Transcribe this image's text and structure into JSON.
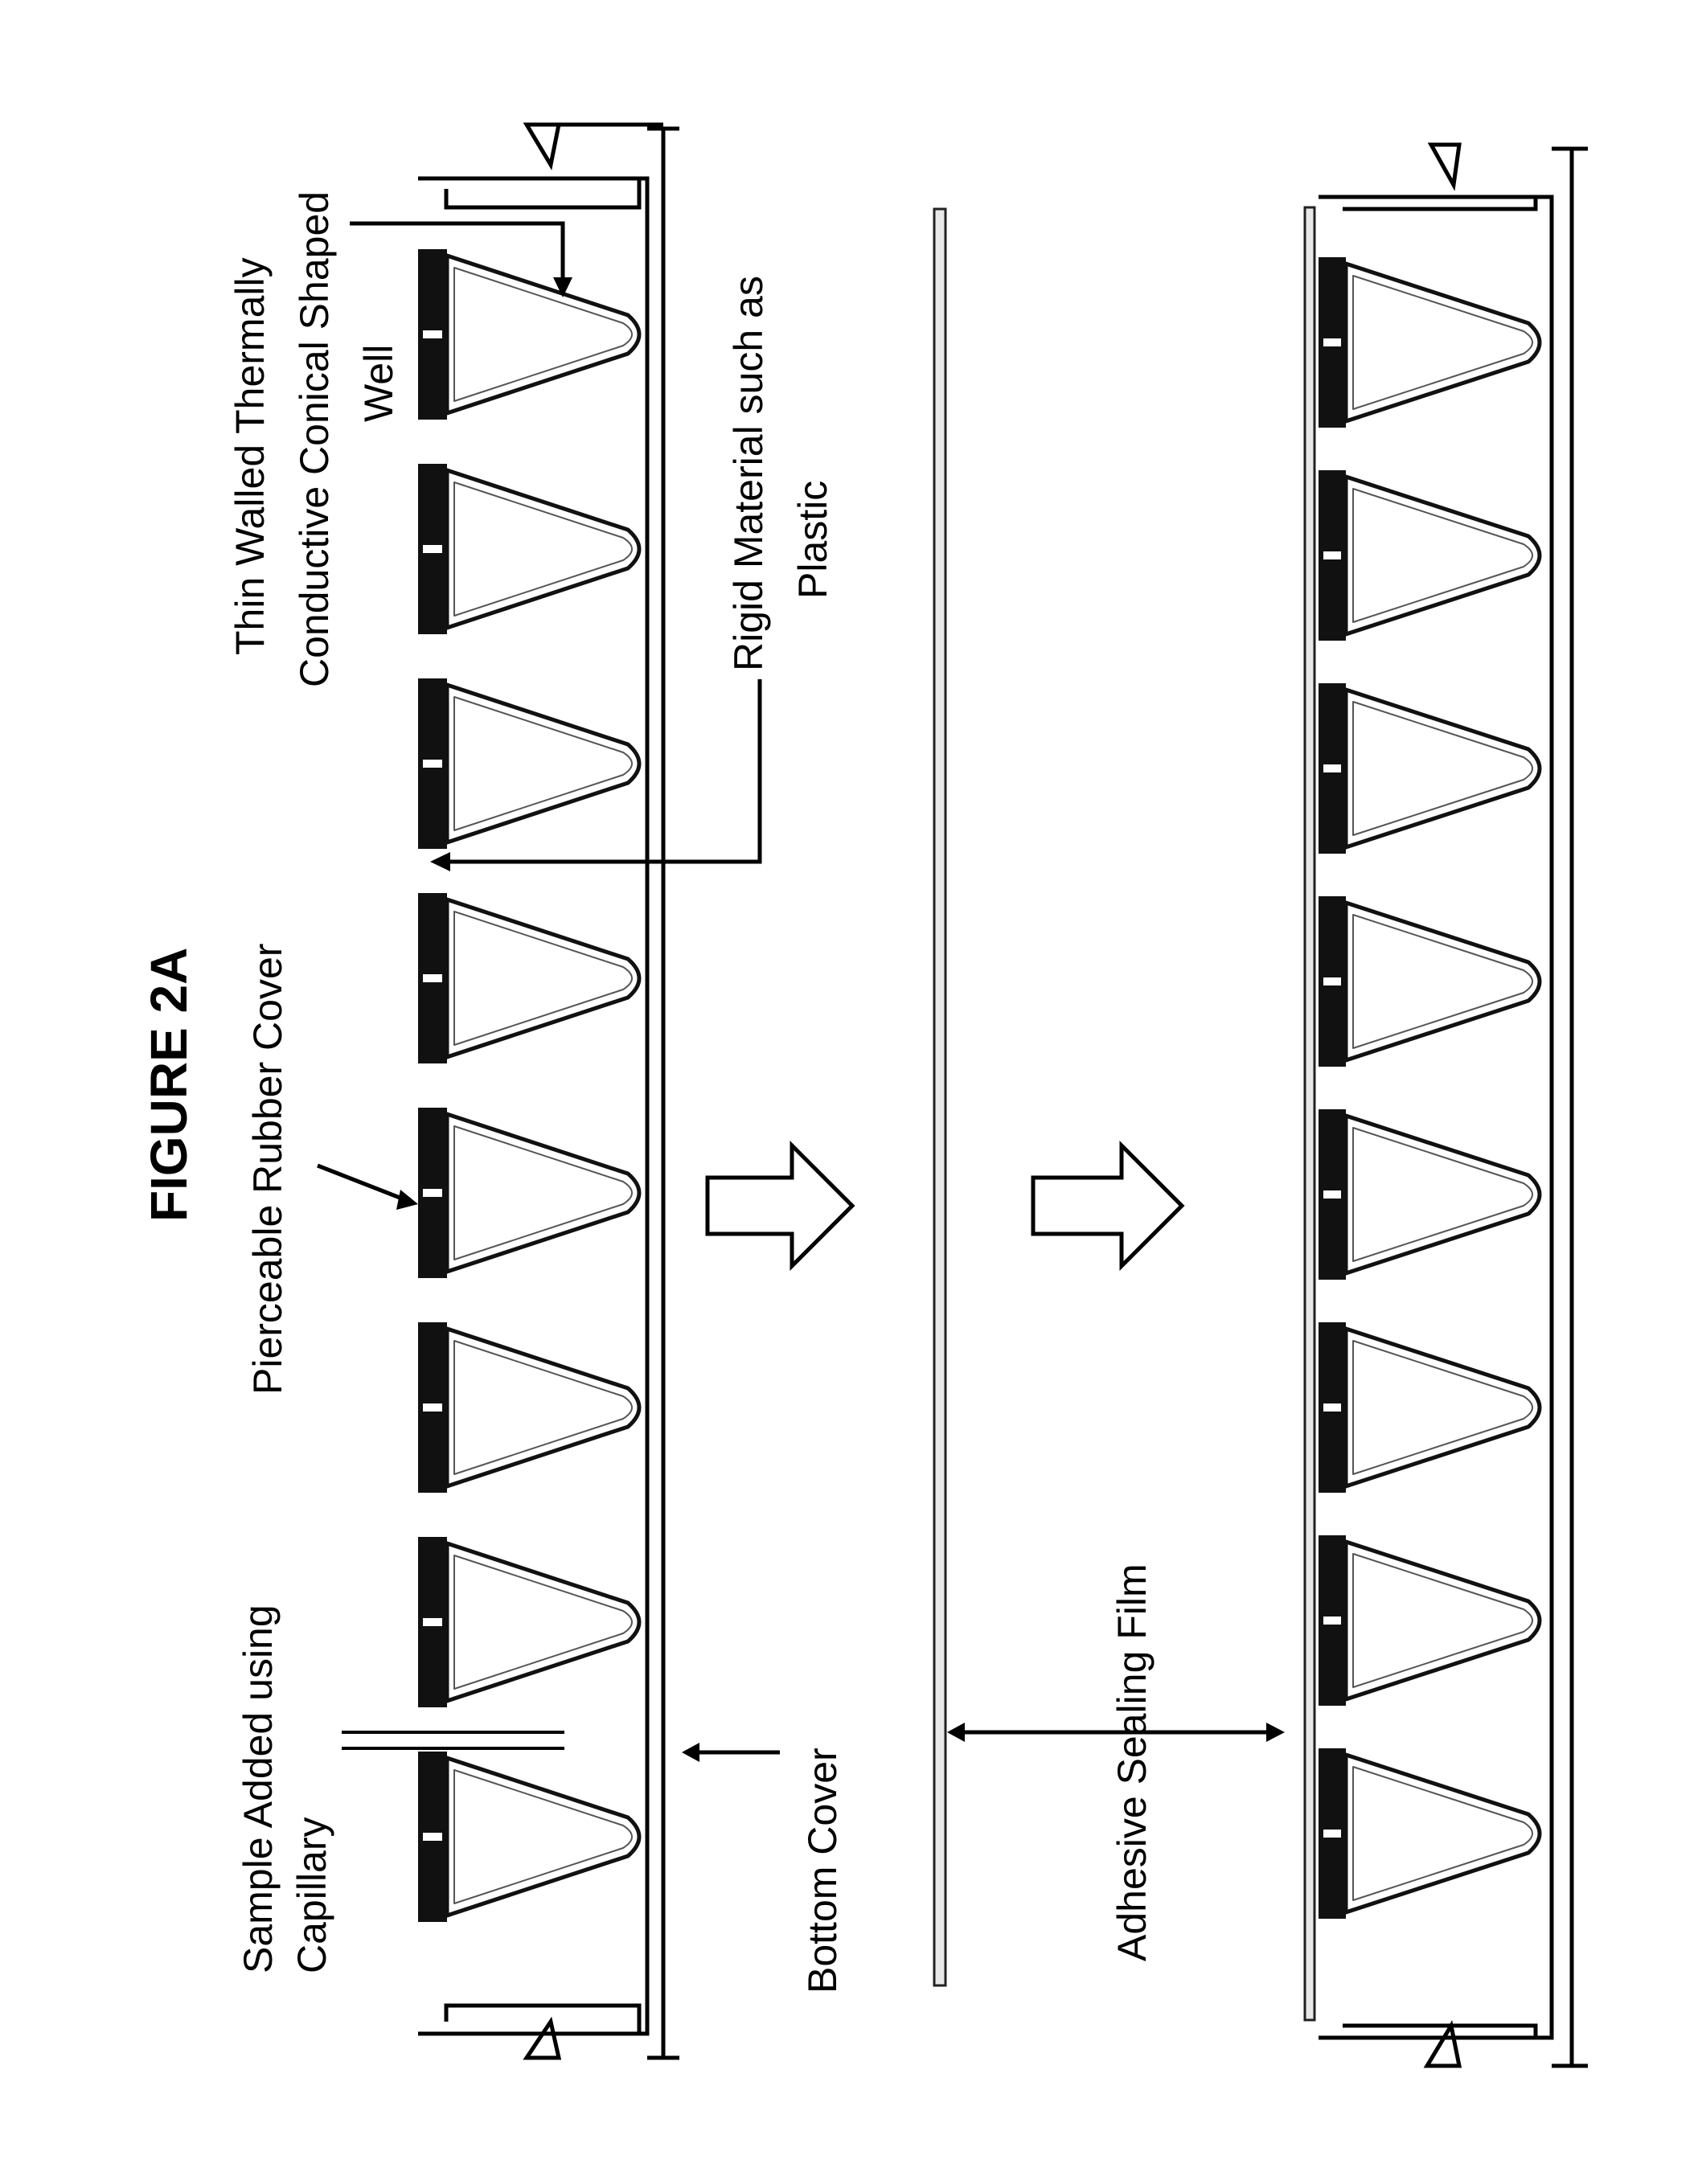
{
  "figure_title": "FIGURE 2A",
  "labels": {
    "sample_line1": "Sample Added using",
    "sample_line2": "Capillary",
    "pierceable": "Pierceable Rubber Cover",
    "thin_line1": "Thin Walled Thermally",
    "thin_line2": "Conductive Conical Shaped",
    "thin_line3": "Well",
    "rigid_line1": "Rigid Material such as",
    "rigid_line2": "Plastic",
    "bottom_cover": "Bottom Cover",
    "adhesive": "Adhesive Sealing Film"
  },
  "well_count": 8
}
